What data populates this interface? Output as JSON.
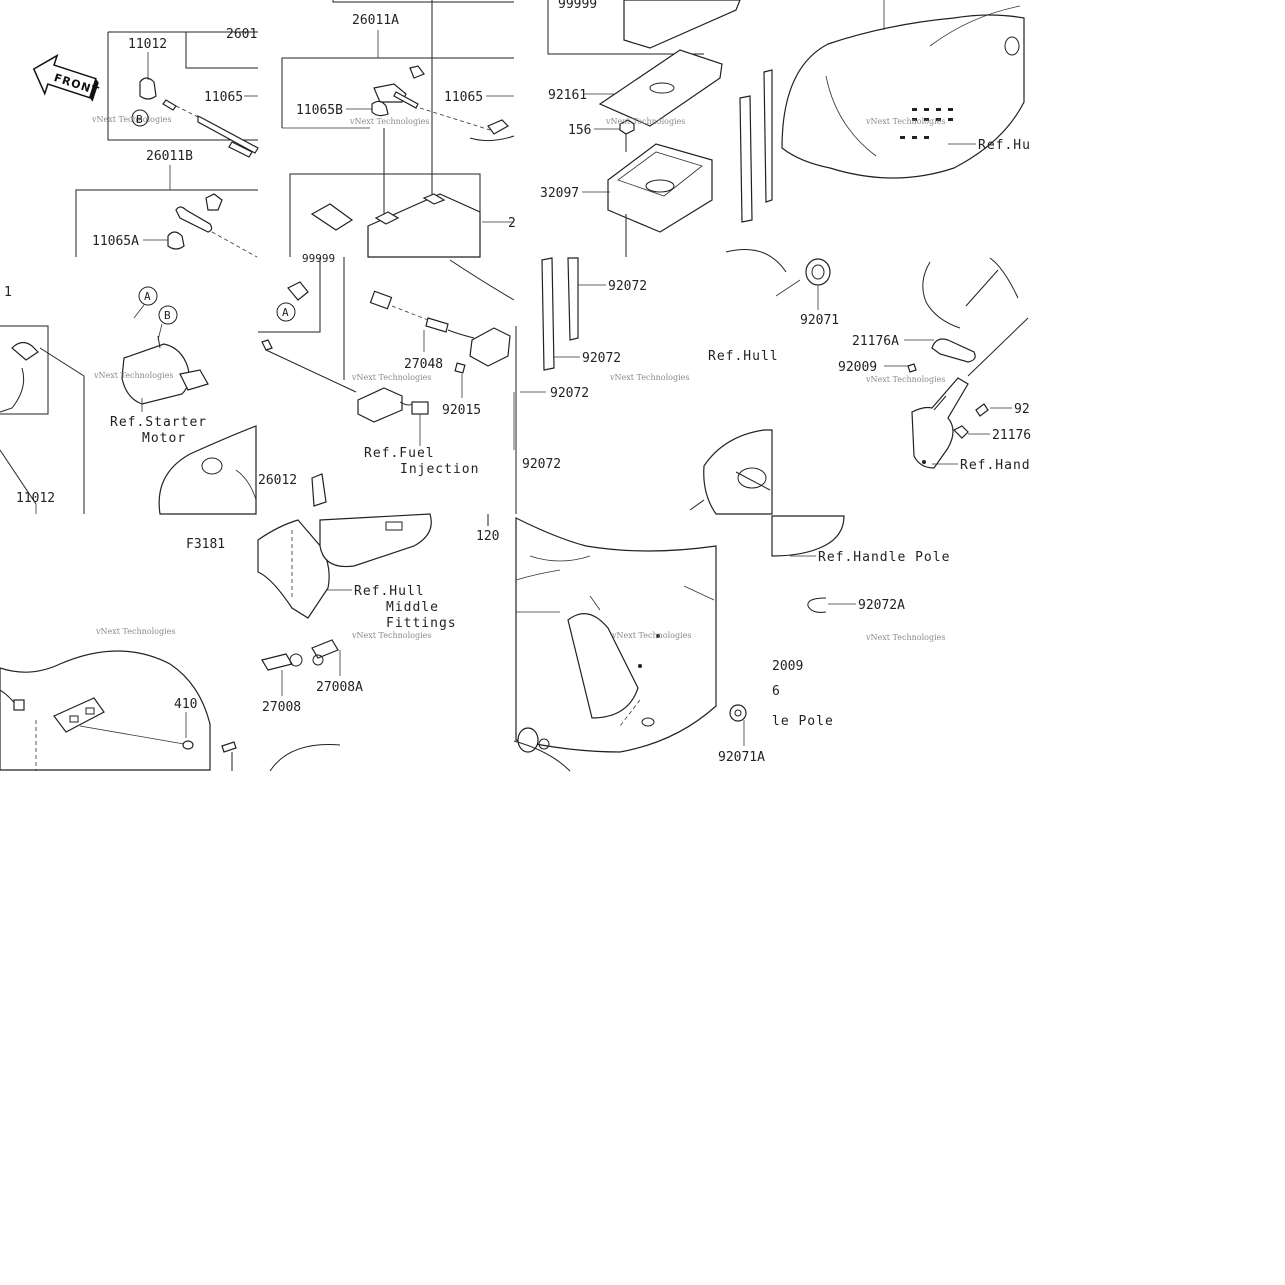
{
  "figure_code": "F3181",
  "front_label": "FRONT",
  "watermark": "vNext Technologies",
  "circle_markers": {
    "a": "A",
    "b": "B"
  },
  "tiles": [
    {
      "id": "t1",
      "labels": [
        "11012",
        "2601",
        "11065",
        "26011B",
        "11065A"
      ]
    },
    {
      "id": "t2",
      "labels": [
        "26011A",
        "11065B",
        "11065",
        "99999",
        "2"
      ]
    },
    {
      "id": "t3",
      "labels": [
        "99999",
        "92161",
        "156",
        "32097"
      ]
    },
    {
      "id": "t4",
      "labels": [
        "Ref.Hu"
      ]
    },
    {
      "id": "t5",
      "labels": [
        "1",
        "Ref.Starter",
        "Motor",
        "26012",
        "11012"
      ]
    },
    {
      "id": "t6",
      "labels": [
        "27048",
        "92015",
        "Ref.Fuel",
        "Injection"
      ]
    },
    {
      "id": "t7",
      "labels": [
        "92072",
        "92072",
        "92072",
        "92072",
        "Ref.Hull",
        "92071"
      ]
    },
    {
      "id": "t8",
      "labels": [
        "21176A",
        "92009",
        "92",
        "21176",
        "Ref.Hand"
      ]
    },
    {
      "id": "t9",
      "labels": [
        "F3181",
        "410"
      ]
    },
    {
      "id": "t10",
      "labels": [
        "Ref.Hull",
        "Middle",
        "Fittings",
        "27008",
        "27008A",
        "120"
      ]
    },
    {
      "id": "t11",
      "labels": []
    },
    {
      "id": "t12",
      "labels": [
        "Ref.Handle Pole",
        "92072A",
        "2009",
        "6",
        "le Pole",
        "92071A"
      ]
    }
  ]
}
